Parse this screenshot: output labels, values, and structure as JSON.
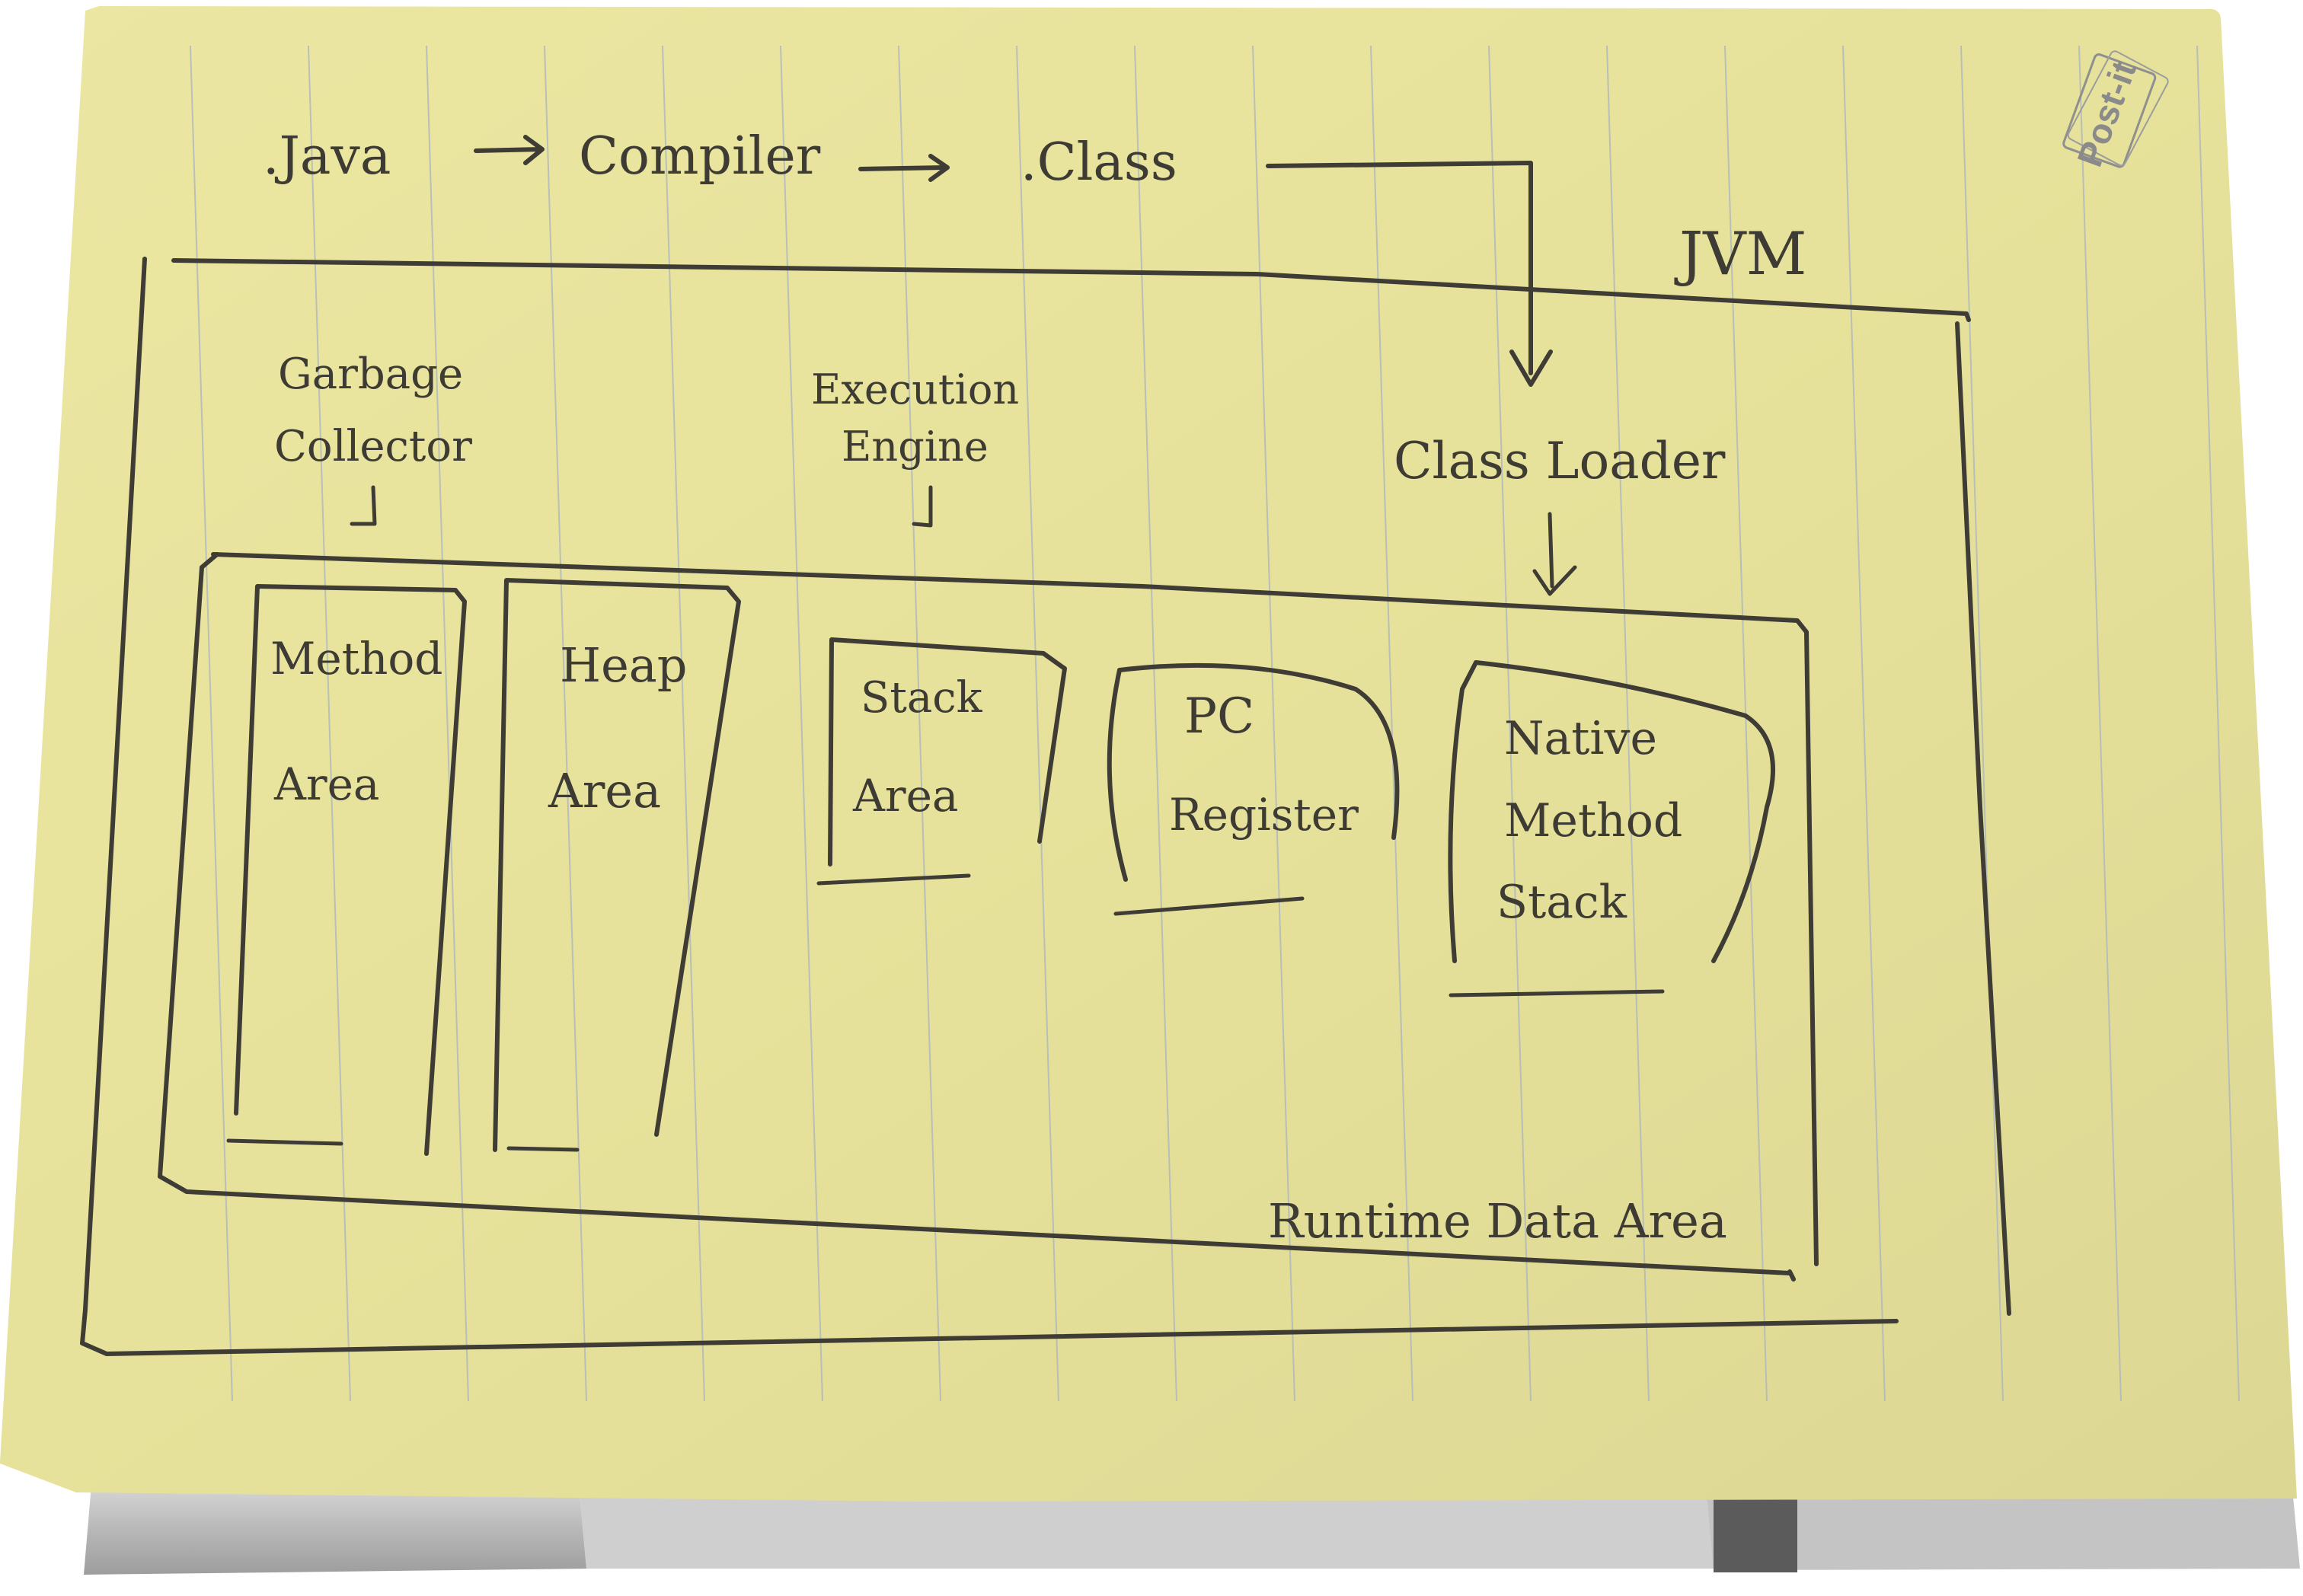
{
  "diagram": {
    "pipeline": {
      "source": ".Java",
      "compiler": "Compiler",
      "output": ".Class"
    },
    "jvm_label": "JVM",
    "components": {
      "garbage_collector": [
        "Garbage",
        "Collector"
      ],
      "execution_engine": [
        "Execution",
        "Engine"
      ],
      "class_loader": "Class Loader"
    },
    "runtime_data_area": {
      "label": "Runtime Data Area",
      "areas": [
        {
          "lines": [
            "Method",
            "Area"
          ]
        },
        {
          "lines": [
            "Heap",
            "Area"
          ]
        },
        {
          "lines": [
            "Stack",
            "Area"
          ]
        },
        {
          "lines": [
            "PC",
            "Register"
          ]
        },
        {
          "lines": [
            "Native",
            "Method",
            "Stack"
          ]
        }
      ]
    },
    "sticky_note_logo": "Post-it"
  },
  "colors": {
    "paper": "#e8e49d",
    "paper_lines": "#a8b3bf",
    "ink": "#3e3c35",
    "background_top": "#ffffff",
    "desk_grey": "#c9c9c9"
  }
}
